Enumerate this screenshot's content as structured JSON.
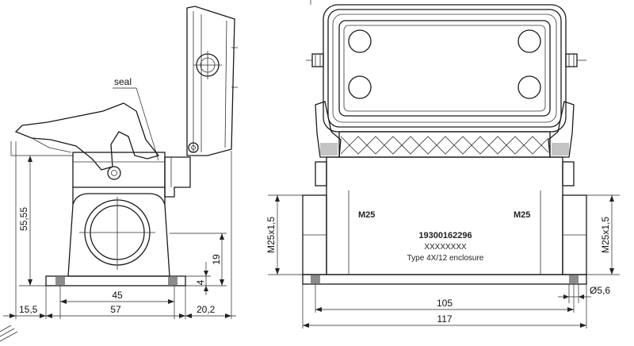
{
  "side_view": {
    "callout": "seal",
    "dims": {
      "height_total": "55,55",
      "height_mid": "19",
      "height_small": "4",
      "width_inner": "45",
      "width_base": "57",
      "left_offset": "15,5",
      "right_offset": "20,2"
    }
  },
  "front_view": {
    "thread_left": "M25",
    "thread_right": "M25",
    "thread_dim_left": "M25x1,5",
    "thread_dim_right": "M25x1,5",
    "part_number": "19300162296",
    "serial": "XXXXXXXX",
    "rating": "Type 4X/12 enclosure",
    "dims": {
      "hole_spacing": "105",
      "overall_width": "117",
      "hole_diameter": "Ø5,6"
    }
  }
}
